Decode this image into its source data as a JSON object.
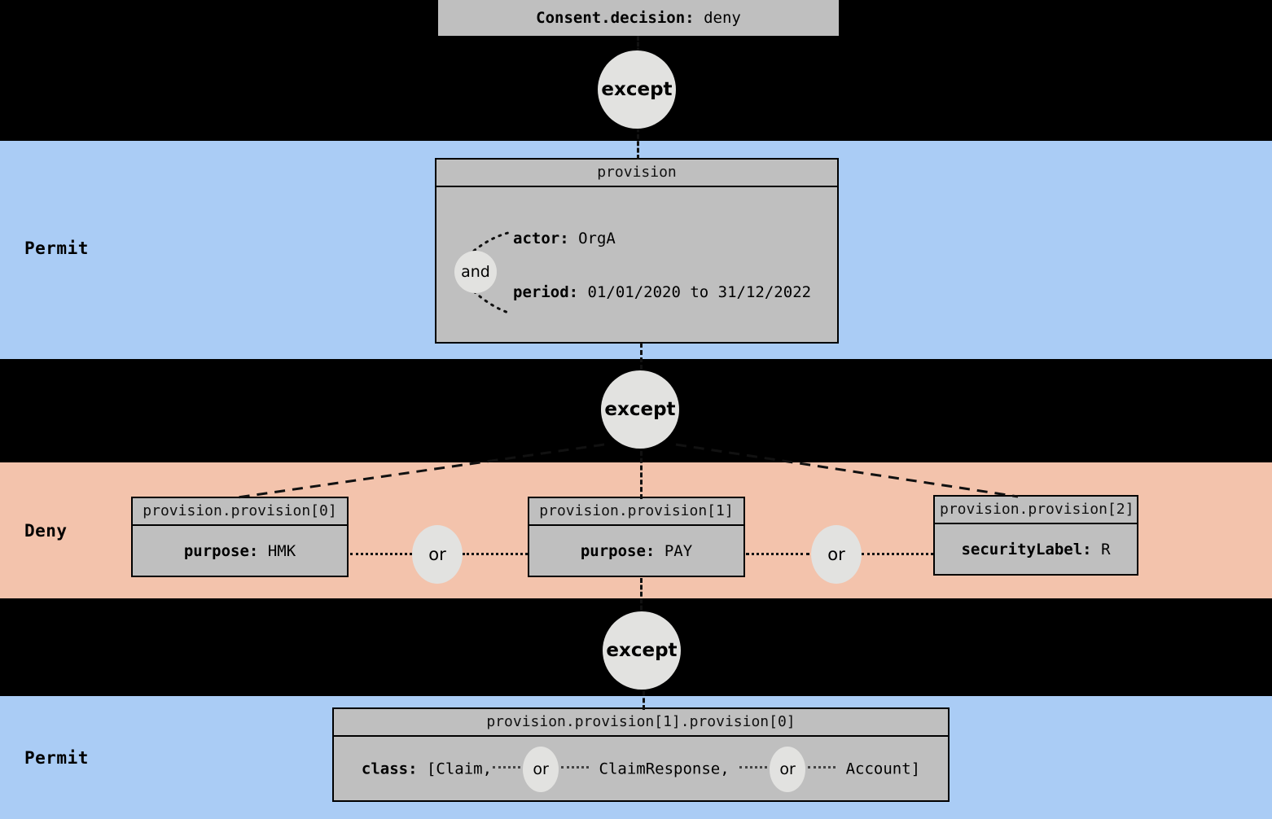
{
  "diagram": {
    "title_bar": {
      "key": "Consent.decision:",
      "value": "deny"
    },
    "bands": [
      {
        "label": "Permit",
        "color": "#aaccf5"
      },
      {
        "label": "Deny",
        "color": "#f3c3ac"
      },
      {
        "label": "Permit",
        "color": "#aaccf5"
      }
    ],
    "operators": {
      "except": "except",
      "and": "and",
      "or": "or"
    },
    "nodes": {
      "provision_root": {
        "header": "provision",
        "rows": [
          {
            "key": "actor:",
            "value": "OrgA"
          },
          {
            "key": "period:",
            "value": "01/01/2020 to 31/12/2022"
          }
        ],
        "join": "and"
      },
      "provision_0": {
        "header": "provision.provision[0]",
        "rows": [
          {
            "key": "purpose:",
            "value": "HMK"
          }
        ]
      },
      "provision_1": {
        "header": "provision.provision[1]",
        "rows": [
          {
            "key": "purpose:",
            "value": "PAY"
          }
        ]
      },
      "provision_2": {
        "header": "provision.provision[2]",
        "rows": [
          {
            "key": "securityLabel:",
            "value": "R"
          }
        ]
      },
      "provision_1_0": {
        "header": "provision.provision[1].provision[0]",
        "class_label": "class:",
        "class_open": "[Claim,",
        "class_mid": "ClaimResponse,",
        "class_close": "Account]"
      }
    }
  }
}
